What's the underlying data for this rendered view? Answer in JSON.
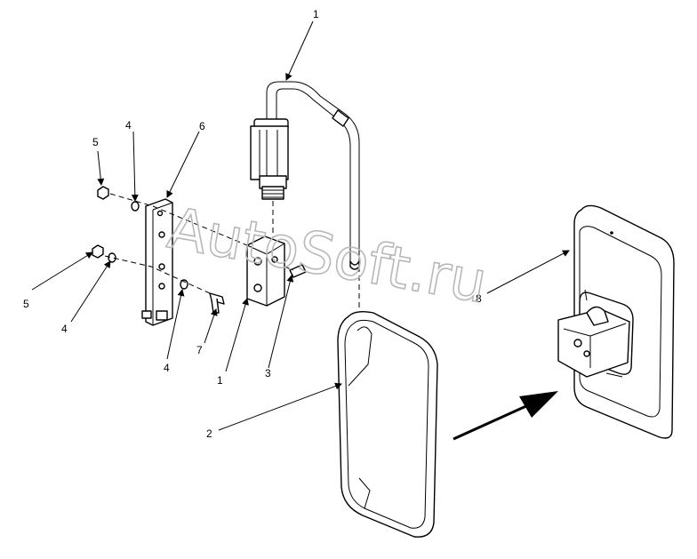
{
  "watermark": "AutoSoft.ru",
  "callouts": {
    "c1_top": "1",
    "c1_bottom": "1",
    "c2": "2",
    "c3": "3",
    "c4_top": "4",
    "c4_left": "4",
    "c4_bottom": "4",
    "c5_top": "5",
    "c5_left": "5",
    "c6": "6",
    "c7": "7",
    "c8": "8"
  },
  "colors": {
    "line": "#000000",
    "watermark": "#b8b8b8",
    "background": "#ffffff"
  }
}
